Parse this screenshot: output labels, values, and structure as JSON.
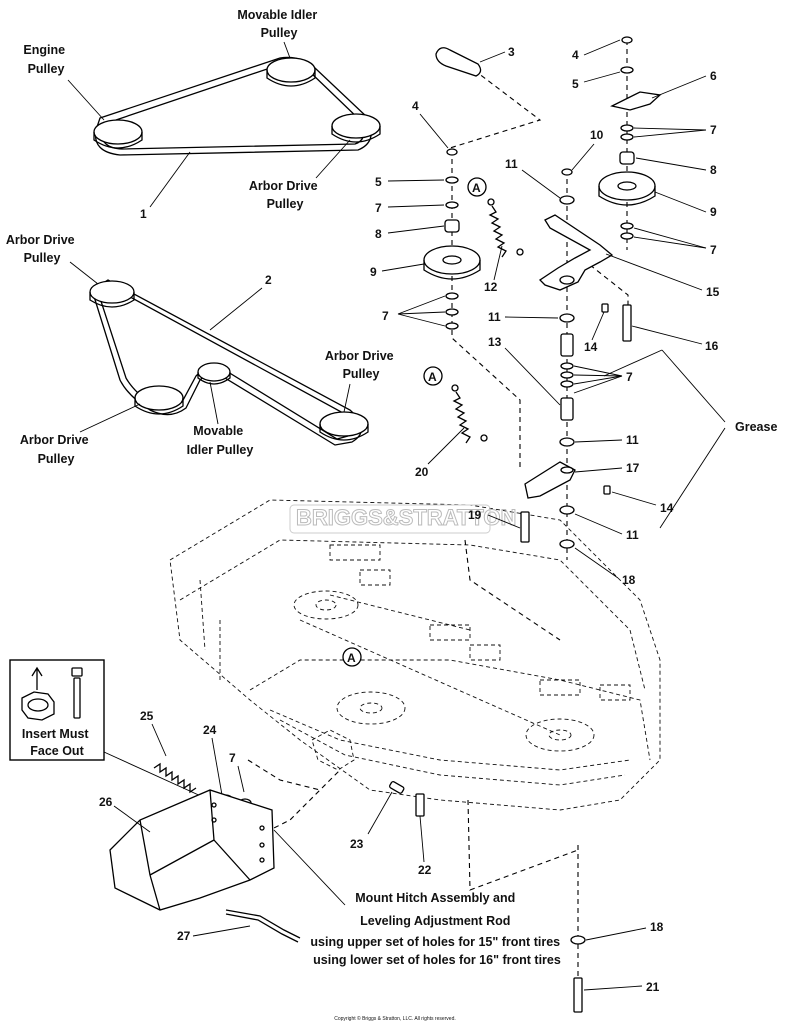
{
  "belts": {
    "top": {
      "engine_pulley": [
        "Engine",
        "Pulley"
      ],
      "movable_idler": [
        "Movable Idler",
        "Pulley"
      ],
      "arbor_drive": [
        "Arbor Drive",
        "Pulley"
      ],
      "item": "1"
    },
    "bottom": {
      "arbor_left": [
        "Arbor Drive",
        "Pulley"
      ],
      "arbor_right": [
        "Arbor Drive",
        "Pulley"
      ],
      "arbor_bottom": [
        "Arbor Drive",
        "Pulley"
      ],
      "movable_idler": [
        "Movable",
        "Idler Pulley"
      ],
      "item": "2"
    }
  },
  "part_numbers": {
    "n3": "3",
    "n4a": "4",
    "n5a": "5",
    "n6": "6",
    "n7a": "7",
    "n10": "10",
    "n11a": "11",
    "n8a": "8",
    "n9a": "9",
    "n7b": "7",
    "n4b": "4",
    "n5b": "5",
    "n7c": "7",
    "n8b": "8",
    "n9b": "9",
    "n12": "12",
    "n15": "15",
    "n7d": "7",
    "n11b": "11",
    "n16": "16",
    "n14a": "14",
    "n13": "13",
    "n7e": "7",
    "n11c": "11",
    "n17": "17",
    "n20": "20",
    "n14b": "14",
    "n19": "19",
    "n11d": "11",
    "n18a": "18",
    "n25": "25",
    "n24": "24",
    "n7f": "7",
    "n26": "26",
    "n23": "23",
    "n22": "22",
    "n27": "27",
    "n18b": "18",
    "n21": "21"
  },
  "callouts": {
    "a1": "A",
    "a2": "A",
    "a3": "A"
  },
  "grease_label": "Grease",
  "insert_note": [
    "Insert Must",
    "Face Out"
  ],
  "hitch_note": [
    "Mount Hitch Assembly and",
    "Leveling Adjustment Rod",
    "using upper set of holes for 15\" front tires",
    "using lower set of holes for 16\" front tires"
  ],
  "watermark": "BRIGGS&STRATTON",
  "copyright": "Copyright © Briggs & Stratton, LLC. All rights reserved."
}
